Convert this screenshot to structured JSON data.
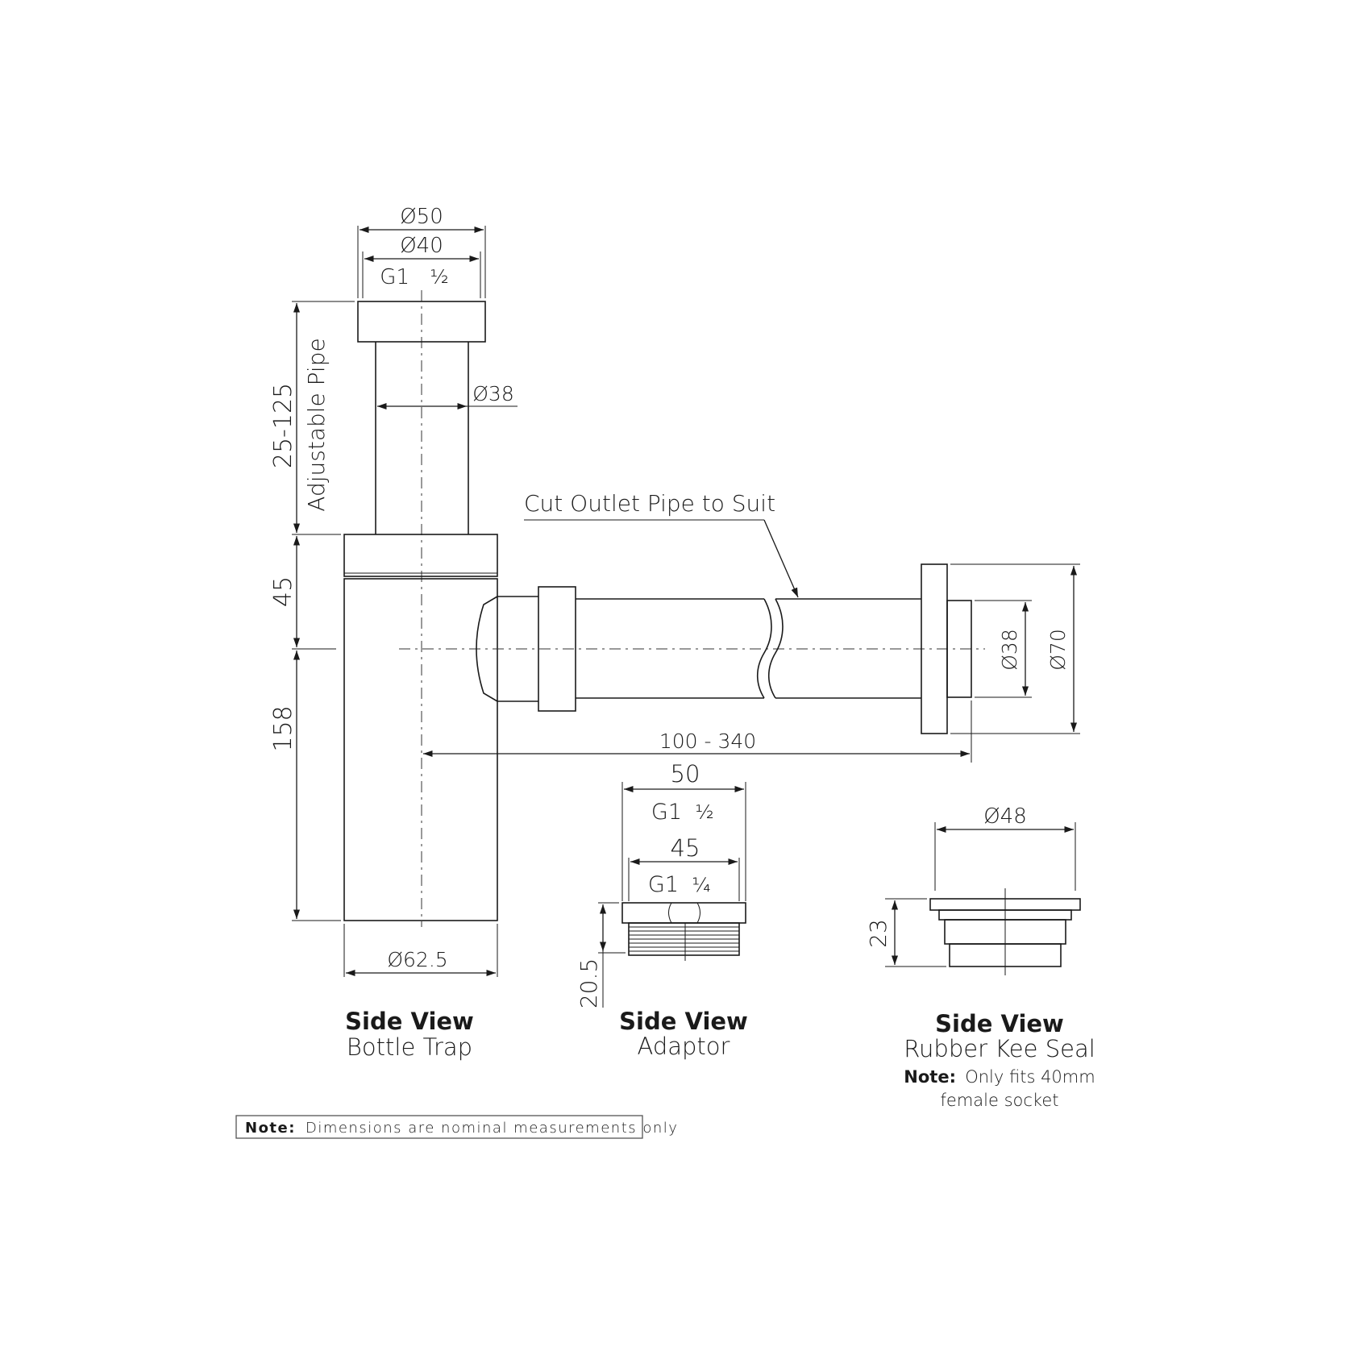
{
  "bottle_trap": {
    "dim_top_outer": "Ø50",
    "dim_top_inner": "Ø40",
    "dim_top_thread": "G1",
    "dim_top_thread_frac": "½",
    "dim_pipe": "Ø38",
    "dim_adjustable_value": "25-125",
    "dim_adjustable_label": "Adjustable Pipe",
    "dim_body_upper": "45",
    "dim_body_lower": "158",
    "dim_body_diameter": "Ø62.5",
    "title": "Side View",
    "subtitle": "Bottle Trap"
  },
  "outlet": {
    "callout": "Cut Outlet Pipe to Suit",
    "dim_pipe": "Ø38",
    "dim_flange": "Ø70",
    "dim_length": "100 - 340"
  },
  "adaptor": {
    "dim_outer": "50",
    "dim_outer_thread": "G1",
    "dim_outer_thread_frac": "½",
    "dim_inner": "45",
    "dim_inner_thread": "G1",
    "dim_inner_thread_frac": "¼",
    "dim_height": "20.5",
    "title": "Side View",
    "subtitle": "Adaptor"
  },
  "seal": {
    "dim_diameter": "Ø48",
    "dim_height": "23",
    "title": "Side View",
    "subtitle": "Rubber Kee Seal",
    "note_label": "Note:",
    "note_line1": "Only fits 40mm",
    "note_line2": "female socket"
  },
  "footer_note": {
    "label": "Note:",
    "text": "Dimensions are nominal measurements only"
  }
}
